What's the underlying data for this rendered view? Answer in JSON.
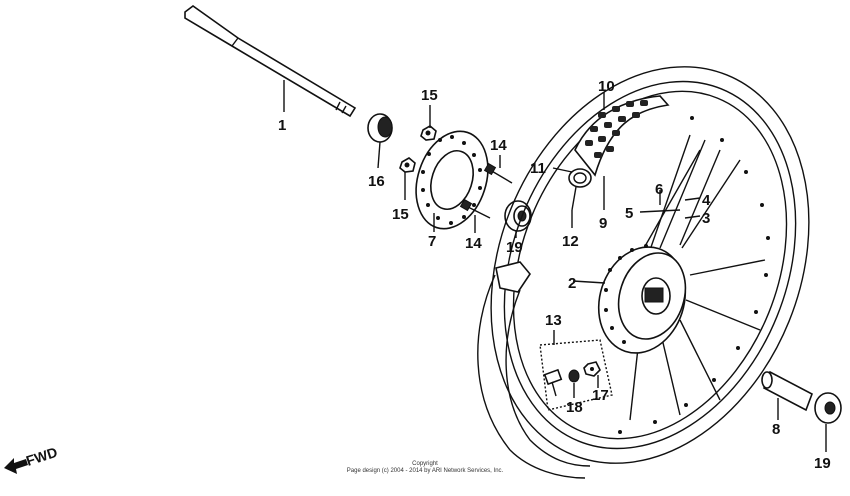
{
  "diagram": {
    "part_labels": {
      "p1": "1",
      "p2": "2",
      "p3": "3",
      "p4": "4",
      "p5": "5",
      "p6": "6",
      "p7": "7",
      "p8": "8",
      "p9": "9",
      "p10": "10",
      "p11": "11",
      "p12": "12",
      "p13": "13",
      "p14a": "14",
      "p14b": "14",
      "p15a": "15",
      "p15b": "15",
      "p16": "16",
      "p17": "17",
      "p18": "18",
      "p19a": "19",
      "p19b": "19"
    },
    "fwd_label": "FWD",
    "copyright": {
      "line1": "Copyright",
      "line2": "Page design (c) 2004 - 2014 by ARI Network Services, Inc."
    }
  }
}
